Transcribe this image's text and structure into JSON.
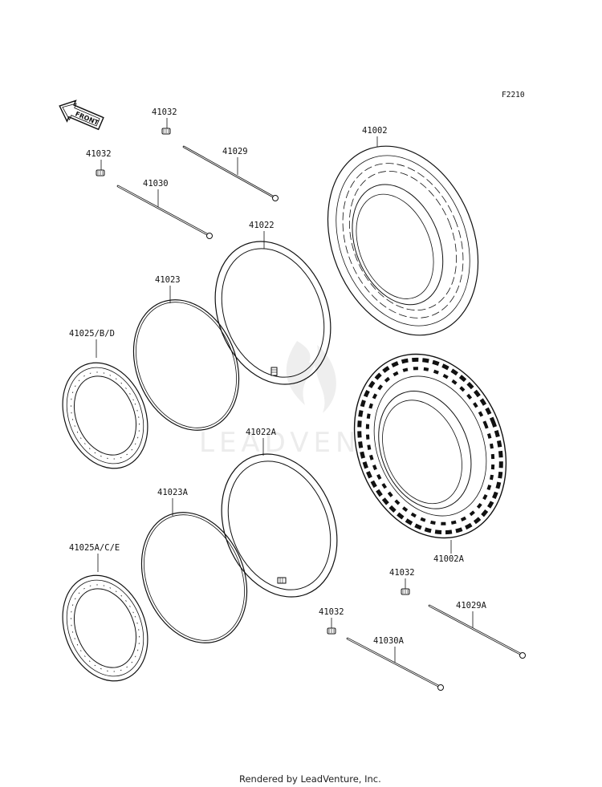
{
  "diagram": {
    "figure_code": "F2210",
    "front_arrow_label": "FRONT",
    "watermark": "LEADVENTURE",
    "footer_credit": "Rendered by LeadVenture, Inc.",
    "parts": {
      "valve_cap_front_left": "41032",
      "valve_cap_top": "41032",
      "spoke_41030": "41030",
      "spoke_41029": "41029",
      "tire_41002": "41002",
      "tube_41022": "41022",
      "band_41023": "41023",
      "rim_41025_bd": "41025/B/D",
      "tube_41022a": "41022A",
      "band_41023a": "41023A",
      "rim_41025a_ce": "41025A/C/E",
      "tire_41002a": "41002A",
      "valve_cap_right": "41032",
      "valve_cap_bottom": "41032",
      "spoke_41029a": "41029A",
      "spoke_41030a": "41030A"
    }
  }
}
